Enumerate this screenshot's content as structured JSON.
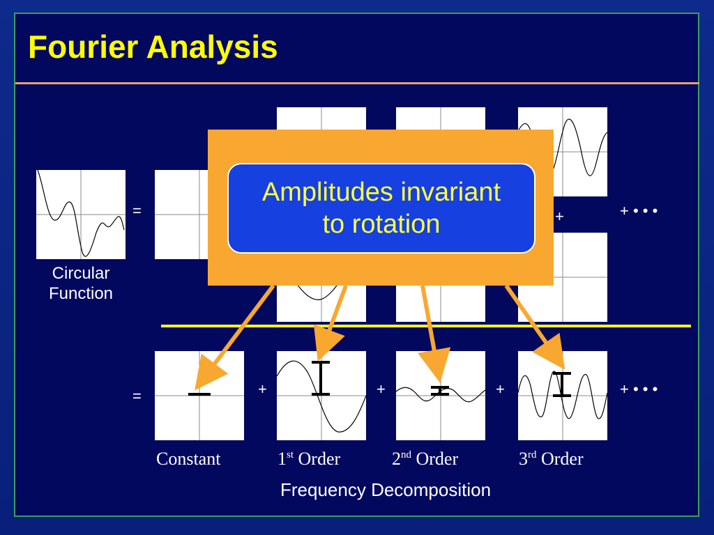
{
  "title": "Fourier Analysis",
  "callout": {
    "line1": "Amplitudes invariant",
    "line2": "to rotation"
  },
  "left_label": {
    "line1": "Circular",
    "line2": "Function"
  },
  "operators": {
    "equals": "=",
    "plus": "+",
    "plus_ellipsis": "+ • • •"
  },
  "orders": [
    {
      "label": "Constant",
      "sup": "",
      "rest": ""
    },
    {
      "label": "1",
      "sup": "st",
      "rest": " Order"
    },
    {
      "label": "2",
      "sup": "nd",
      "rest": " Order"
    },
    {
      "label": "3",
      "sup": "rd",
      "rest": " Order"
    }
  ],
  "footer": "Frequency Decomposition",
  "colors": {
    "title": "#ffff00",
    "callout_border": "#f8a830",
    "callout_fill": "#1640e0",
    "callout_text": "#ffff40",
    "arrow": "#f8a830",
    "divider": "#ffff22"
  }
}
